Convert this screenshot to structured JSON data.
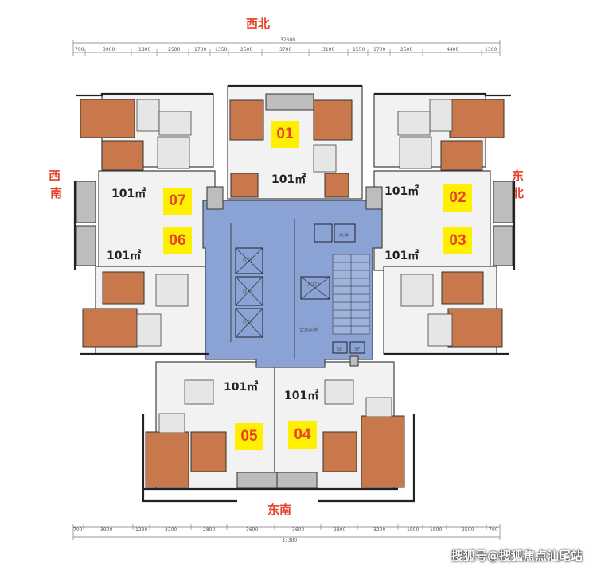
{
  "directions": {
    "northwest": "西北",
    "north_west_side": "西",
    "southwest_south": "南",
    "northeast_east": "东",
    "northeast_north": "北",
    "southeast": "东南"
  },
  "top_dims": {
    "total": "32600",
    "segments": [
      "700",
      "3900",
      "1800",
      "2500",
      "1700",
      "1350",
      "2500",
      "3700",
      "3100",
      "1550",
      "1700",
      "2500",
      "4400",
      "1300"
    ]
  },
  "bottom_dims": {
    "total": "33300",
    "segments": [
      "700",
      "3900",
      "1230",
      "3200",
      "2800",
      "3600",
      "3600",
      "2800",
      "3200",
      "1900",
      "1800",
      "2500",
      "700"
    ]
  },
  "units": [
    {
      "no": "01",
      "area": "101㎡"
    },
    {
      "no": "02",
      "area": "101㎡"
    },
    {
      "no": "03",
      "area": "101㎡"
    },
    {
      "no": "04",
      "area": "101㎡"
    },
    {
      "no": "05",
      "area": "101㎡"
    },
    {
      "no": "06",
      "area": "101㎡"
    },
    {
      "no": "07",
      "area": "101㎡"
    }
  ],
  "core_labels": {
    "elevator1": "DT1",
    "elevator2": "DT2",
    "elevator3": "DT3",
    "elevator4": "XDT1",
    "water": "水井",
    "sf1": "SF",
    "sf2": "SF",
    "lobby": "合用前室"
  },
  "watermark": "搜狐号@搜狐焦点汕尾站",
  "colors": {
    "label": "#e8412b",
    "badge": "#ffef00",
    "core": "#8aa3d4",
    "wood": "#c8784a"
  }
}
